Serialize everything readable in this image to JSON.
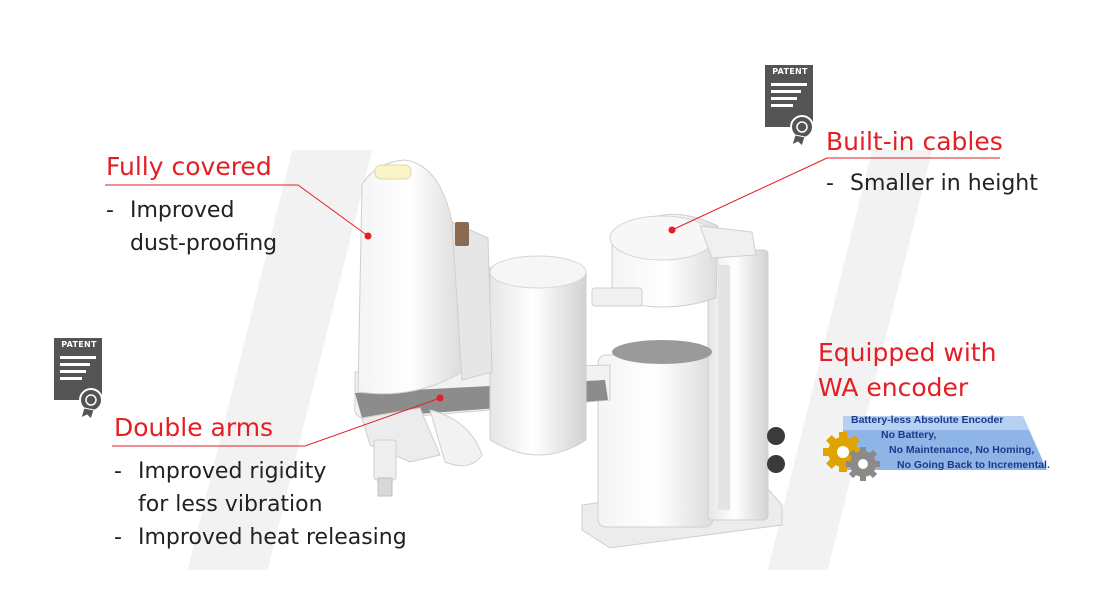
{
  "features": {
    "fully_covered": {
      "title": "Fully covered",
      "bullets": [
        "Improved\ndust-proofing"
      ]
    },
    "built_in_cables": {
      "title": "Built-in cables",
      "bullets": [
        "Smaller in height"
      ]
    },
    "double_arms": {
      "title": "Double arms",
      "bullets": [
        "Improved rigidity\nfor less vibration",
        "Improved heat releasing"
      ]
    },
    "wa_encoder": {
      "title": "Equipped with\nWA encoder"
    }
  },
  "patent_label": "PATENT",
  "encoder_badge": {
    "title": "Battery-less Absolute Encoder",
    "line1": "No Battery,",
    "line2": "No Maintenance, No Homing,",
    "line3": "No Going Back to Incremental."
  },
  "colors": {
    "accent": "#e31e24",
    "text": "#222222",
    "patent_bg": "#545454",
    "badge_blue": "#8fb4e6"
  },
  "icons": [
    "patent-certificate-icon",
    "gear-icon"
  ]
}
